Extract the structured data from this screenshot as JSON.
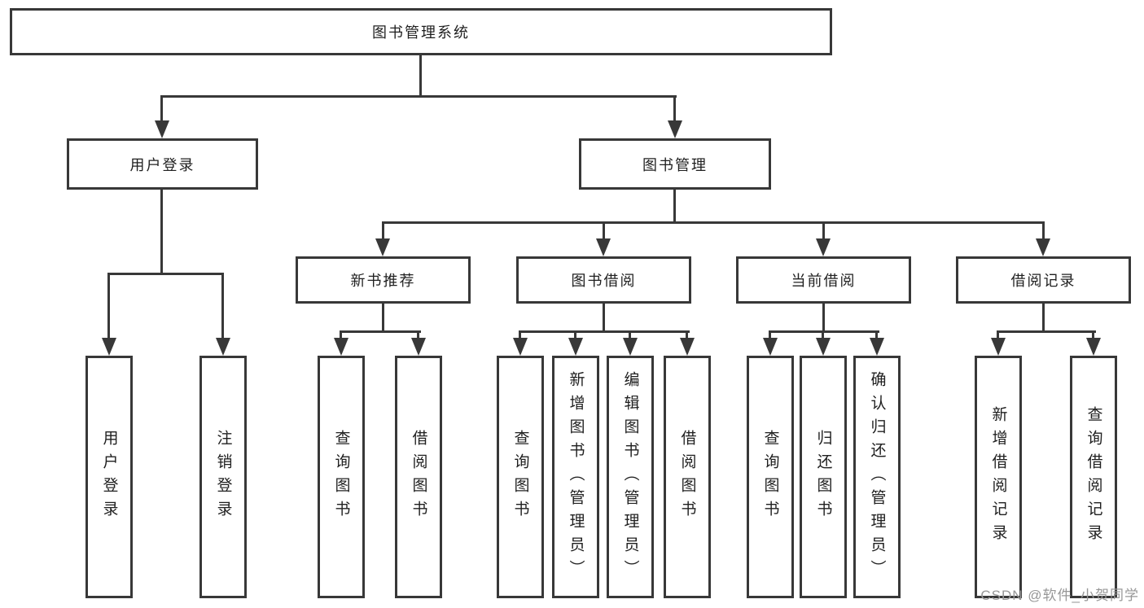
{
  "diagram": {
    "root": {
      "label": "图书管理系统"
    },
    "user_login": {
      "label": "用户登录",
      "children": [
        {
          "label": "用户登录"
        },
        {
          "label": "注销登录"
        }
      ]
    },
    "book_management": {
      "label": "图书管理",
      "children": [
        {
          "label": "新书推荐",
          "children": [
            {
              "label": "查询图书"
            },
            {
              "label": "借阅图书"
            }
          ]
        },
        {
          "label": "图书借阅",
          "children": [
            {
              "label": "查询图书"
            },
            {
              "label": "新增图书（管理员）"
            },
            {
              "label": "编辑图书（管理员）"
            },
            {
              "label": "借阅图书"
            }
          ]
        },
        {
          "label": "当前借阅",
          "children": [
            {
              "label": "查询图书"
            },
            {
              "label": "归还图书"
            },
            {
              "label": "确认归还（管理员）"
            }
          ]
        },
        {
          "label": "借阅记录",
          "children": [
            {
              "label": "新增借阅记录"
            },
            {
              "label": "查询借阅记录"
            }
          ]
        }
      ]
    },
    "watermark": "CSDN @软件_小贺同学",
    "colors": {
      "line": "#383838",
      "border": "#383838",
      "text": "#1f1f1f",
      "watermark": "#979797",
      "background": "#ffffff"
    }
  }
}
